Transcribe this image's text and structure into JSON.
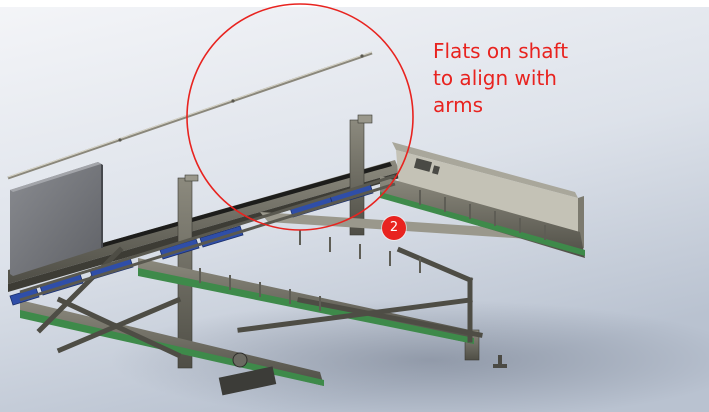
{
  "annotation": {
    "lines": [
      "Flats on shaft",
      "to align with",
      "arms"
    ],
    "color": "#e8231f"
  },
  "marker": {
    "label": "2",
    "color": "#e8231f"
  },
  "colors": {
    "frame_metal": "#6b6a5f",
    "roller_blue": "#2f4ea8",
    "belt_green": "#3e8a4a",
    "background_top": "#f4f5f8",
    "background_bottom": "#b9c2d0"
  }
}
